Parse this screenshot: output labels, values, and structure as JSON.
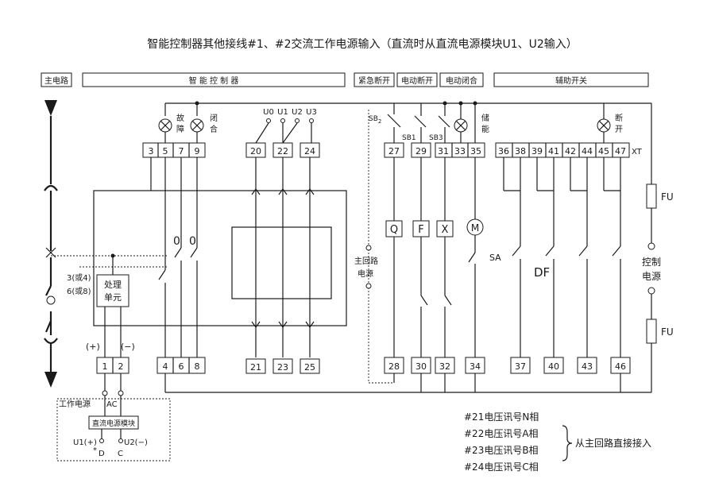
{
  "title": "智能控制器其他接线#1、#2交流工作电源输入（直流时从直流电源模块U1、U2输入）",
  "header": {
    "main_circuit": "主电路",
    "controller": "智 能 控 制 器",
    "emergency_off": "紧急断开",
    "electric_off": "电动断开",
    "electric_close": "电动闭合",
    "auxiliary_switch": "辅助开关"
  },
  "terminals": {
    "top_row_left": [
      "3",
      "5",
      "7",
      "9"
    ],
    "top_row_voltage": [
      "20",
      "22",
      "24"
    ],
    "top_row_right": [
      "27",
      "29",
      "31",
      "33",
      "35"
    ],
    "top_row_aux": [
      "36",
      "38",
      "39",
      "41",
      "42",
      "44",
      "45",
      "47"
    ],
    "bottom_row_power": [
      "1",
      "2"
    ],
    "bottom_row_left": [
      "4",
      "6",
      "8"
    ],
    "bottom_row_voltage": [
      "21",
      "23",
      "25"
    ],
    "bottom_row_right": [
      "28",
      "30",
      "32",
      "34"
    ],
    "bottom_row_aux": [
      "37",
      "40",
      "43",
      "46"
    ],
    "xt": "XT"
  },
  "labels": {
    "fault": [
      "故",
      "障"
    ],
    "close": [
      "闭",
      "合"
    ],
    "store_energy": [
      "储",
      "能"
    ],
    "open": [
      "断",
      "开"
    ],
    "voltage_inputs": [
      "U0",
      "U1",
      "U2",
      "U3"
    ],
    "sb2": "SB",
    "sb2_sub": "2",
    "sb1": "SB1",
    "sb3": "SB3",
    "q": "Q",
    "f": "F",
    "x": "X",
    "m": "M",
    "sa": "SA",
    "df": "DF",
    "fu_top": "FU",
    "fu_bottom": "FU",
    "control_power": [
      "控制",
      "电源"
    ],
    "main_loop_power": [
      "主回路",
      "电源"
    ],
    "processing_unit": [
      "处理",
      "单元"
    ],
    "aux_contact": [
      "3(或4)",
      "6(或8)"
    ],
    "plus": "(+)",
    "minus": "(−)",
    "contact_zero_1": "0",
    "contact_zero_2": "0",
    "work_power": "工作电源",
    "ac": "AC",
    "dc_module": "直流电源模块",
    "u1": "U1(+)",
    "u2": "U2(−)",
    "d": "D",
    "c": "C",
    "star": "*"
  },
  "notes": {
    "n21": "#21电压讯号N相",
    "n22": "#22电压讯号A相",
    "n23": "#23电压讯号B相",
    "n24": "#24电压讯号C相",
    "direct": "从主回路直接接入"
  }
}
